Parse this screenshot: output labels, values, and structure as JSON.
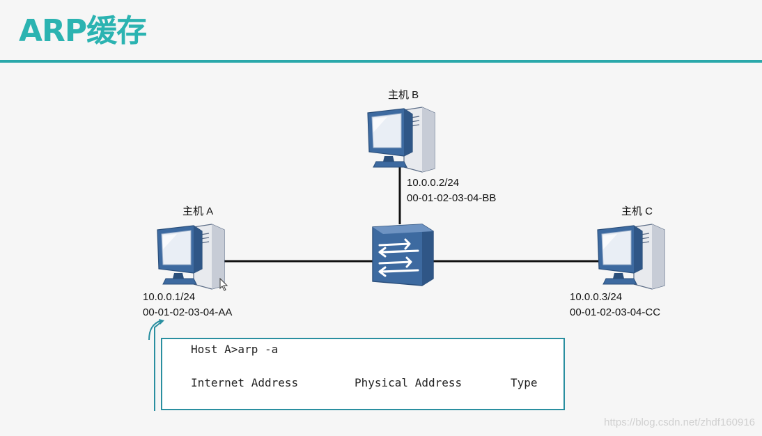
{
  "title": "ARP缓存",
  "hosts": {
    "a": {
      "name": "主机 A",
      "ip": "10.0.0.1/24",
      "mac": "00-01-02-03-04-AA"
    },
    "b": {
      "name": "主机 B",
      "ip": "10.0.0.2/24",
      "mac": "00-01-02-03-04-BB"
    },
    "c": {
      "name": "主机 C",
      "ip": "10.0.0.3/24",
      "mac": "00-01-02-03-04-CC"
    }
  },
  "switch": {
    "icon": "switch-icon"
  },
  "cli": {
    "prompt": "Host A>arp -a",
    "columns": [
      "Internet Address",
      "Physical Address",
      "Type"
    ]
  },
  "watermark": "https://blog.csdn.net/zhdf160916",
  "colors": {
    "accent": "#2bb3b1",
    "rule": "#2aa8aa",
    "device": "#3d6aa0",
    "cli_border": "#2a8fa0"
  }
}
